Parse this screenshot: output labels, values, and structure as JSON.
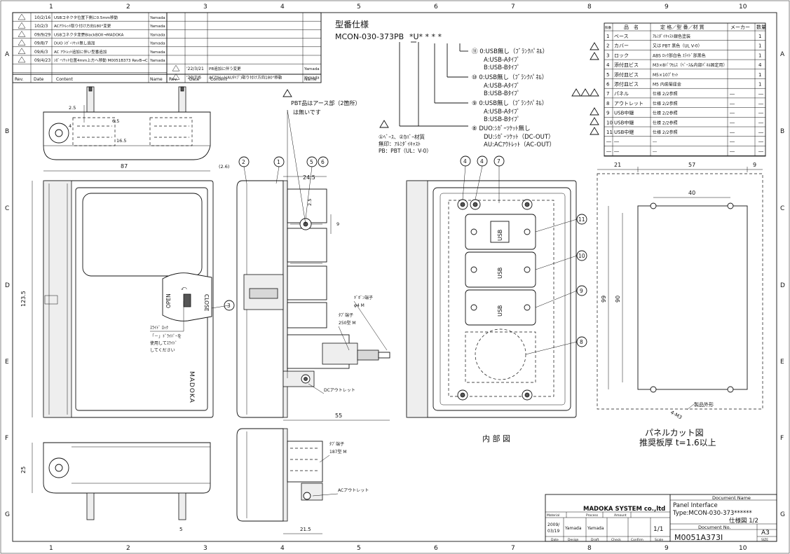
{
  "grid": {
    "cols": [
      "1",
      "2",
      "3",
      "4",
      "5",
      "6",
      "7",
      "8",
      "9",
      "10"
    ],
    "rows": [
      "A",
      "B",
      "C",
      "D",
      "E",
      "F",
      "G"
    ]
  },
  "revisions_left": [
    {
      "mark": "6",
      "date": "10/2/16",
      "content": "USBコネクタ位置下側に0.5mm移動",
      "name": "Yamada"
    },
    {
      "mark": "5",
      "date": "10/2/3",
      "content": "ACｱｳﾄﾚｯﾄ取り付け方向180°変更",
      "name": "Yamada"
    },
    {
      "mark": "4",
      "date": "09/9/29",
      "content": "USBコネクタ変更BlackBOX→MADOKA",
      "name": "Yamada"
    },
    {
      "mark": "3",
      "date": "09/8/7",
      "content": "DUO ｼｶﾞｰｿｹｯﾄ無し追加",
      "name": "Yamada"
    },
    {
      "mark": "2",
      "date": "09/6/3",
      "content": "AC ｱｳﾄﾚｯﾄ追加に伴い型番追加",
      "name": "Yamada"
    },
    {
      "mark": "1",
      "date": "09/4/23",
      "content": "ｼｶﾞｰｿｹｯﾄ位置4mm上方へ移動 M0051B373 RevB→C",
      "name": "Yamada"
    }
  ],
  "revisions_right": [
    {
      "mark": "8",
      "date": "'22/3/21",
      "content": "PB追加に伴う変更",
      "name": "Yamada"
    },
    {
      "mark": "7",
      "date": "'20/7/6",
      "content": "ACｱｳﾄﾚｯﾄ(AUﾀｲﾌﾟ)取り付け方向180°移動",
      "name": "Yamada"
    }
  ],
  "rev_headers": {
    "rev": "Rev.",
    "date": "Date",
    "content": "Content",
    "name": "Name"
  },
  "model": {
    "heading": "型番仕様",
    "code": "MCON-030-373PB",
    "suffix": "*U*  *  *  *",
    "opt11": [
      "⑪ 0:USB無し（ﾌﾞﾗﾝｸﾊﾟﾈﾙ）",
      "A:USB-Aﾀｲﾌﾟ",
      "B:USB-Bﾀｲﾌﾟ"
    ],
    "opt10": [
      "⑩ 0:USB無し（ﾌﾞﾗﾝｸﾊﾟﾈﾙ）",
      "A:USB-Aﾀｲﾌﾟ",
      "B:USB-Bﾀｲﾌﾟ"
    ],
    "opt9": [
      "⑨ 0:USB無し（ﾌﾞﾗﾝｸﾊﾟﾈﾙ）",
      "A:USB-Aﾀｲﾌﾟ",
      "B:USB-Bﾀｲﾌﾟ"
    ],
    "opt8": [
      "⑧ DUO:ｼｶﾞｰｿｹｯﾄ無し",
      "DU:ｼｶﾞｰｿｹｯﾄ（DC-OUT）",
      "AU:ACｱｳﾄﾚｯﾄ（AC-OUT）"
    ],
    "material": [
      "①ﾍﾞｰｽ、②ｶﾊﾞｰ材質",
      "無印：ｱﾙﾐﾀﾞｲｷｬｽﾄ",
      "PB：PBT（UL：V-0）"
    ]
  },
  "parts_table": {
    "headers": [
      "照番",
      "品　名",
      "定 格／型 番／材 質",
      "メーカー",
      "数量"
    ],
    "rows": [
      {
        "no": "1",
        "name": "ベース",
        "spec": "ｱﾙﾐﾀﾞｲｷｬｽﾄ銀色塗装",
        "maker": "",
        "qty": "1"
      },
      {
        "no": "2",
        "name": "カバー",
        "spec": "又は PBT 黒色（UL V-0）",
        "maker": "",
        "qty": "1"
      },
      {
        "no": "3",
        "name": "ロック",
        "spec": "ABS ﾛｯｸ部白色 ｽﾗｲﾄﾞ部黒色",
        "maker": "",
        "qty": "1"
      },
      {
        "no": "4",
        "name": "添付皿ビス",
        "spec": "M3×8ﾊﾟﾜｾﾑｽ（ﾍﾞｰｽ&内部ﾊﾟﾈﾙ固定用）",
        "maker": "",
        "qty": "4"
      },
      {
        "no": "5",
        "name": "添付皿ビス",
        "spec": "M5×10ﾌﾟｾｯﾄ",
        "maker": "",
        "qty": "1"
      },
      {
        "no": "6",
        "name": "添付皿ビス",
        "spec": "M5 内歯菊座金",
        "maker": "",
        "qty": "1"
      },
      {
        "no": "7",
        "name": "パネル",
        "spec": "仕様 2/2参照",
        "maker": "―",
        "qty": "―"
      },
      {
        "no": "8",
        "name": "アウトレット",
        "spec": "仕様 2/2参照",
        "maker": "―",
        "qty": "―"
      },
      {
        "no": "9",
        "name": "USB中継",
        "spec": "仕様 2/2参照",
        "maker": "―",
        "qty": "―"
      },
      {
        "no": "10",
        "name": "USB中継",
        "spec": "仕様 2/2参照",
        "maker": "―",
        "qty": "―"
      },
      {
        "no": "11",
        "name": "USB中継",
        "spec": "仕様 2/2参照",
        "maker": "―",
        "qty": "―"
      },
      {
        "no": "―",
        "name": "―",
        "spec": "―",
        "maker": "―",
        "qty": "―"
      },
      {
        "no": "―",
        "name": "―",
        "spec": "―",
        "maker": "―",
        "qty": "―"
      }
    ]
  },
  "notes": {
    "pbt_note": [
      "PBT品はアース部（2箇所）",
      "は無いです"
    ],
    "slide_lock": [
      "ｽﾗｲﾄﾞ ﾛｯｸ",
      "「－」ﾄﾞﾗｲﾊﾞｰを",
      "使用してｽﾗｲﾄﾞ",
      "してください"
    ],
    "open": "OPEN",
    "close": "CLOSE",
    "madoka": "MADOKA",
    "gibon": [
      "ｷﾞﾎﾞﾝ端子",
      "φ4 M"
    ],
    "tab250": [
      "ﾀﾌﾞ端子",
      "250型 M"
    ],
    "dc_outlet": "DCアウトレット",
    "tab187": [
      "ﾀﾌﾞ端子",
      "187型 M"
    ],
    "ac_outlet": "ACアウトレット",
    "inner_view": "内 部 図",
    "panel_cut": "パネルカット図",
    "plate": "推奨板厚 t=1.6以上",
    "product_outline": "製品外形",
    "hole": "4-M3",
    "usb": "USB"
  },
  "dims": {
    "d87": "87",
    "d2_6": "(2.6)",
    "d24_5": "24.5",
    "d2_5": "2.5",
    "d9": "9",
    "d123_5": "123.5",
    "d55": "55",
    "d25": "25",
    "d5": "5",
    "d21_5": "21.5",
    "d2_5b": "2.5",
    "d4": "4",
    "d6_5": "6.5",
    "d16_5": "16.5",
    "p21": "21",
    "p57": "57",
    "p9": "9",
    "p40": "40",
    "p99": "99",
    "p90": "90"
  },
  "callouts": [
    "1",
    "2",
    "3",
    "4",
    "5",
    "6",
    "7",
    "8",
    "9",
    "10",
    "11"
  ],
  "title_block": {
    "company": "MADOKA SYSTEM co.,ltd",
    "doc_name_label": "Document Name",
    "doc_name": [
      "Panel Interface",
      "Type:MCON-030-373******",
      "仕様図  1/2"
    ],
    "doc_no_label": "Document No.",
    "doc_no": "M0051A373I",
    "size": "A3",
    "size_label": "SIZE",
    "scale": "1/1",
    "scale_label": "Scale",
    "date": [
      "2009/",
      "03/19"
    ],
    "design": "Yamada",
    "draft": "Yamada",
    "labels": [
      "Material",
      "Process",
      "Amount",
      "Date",
      "Design",
      "Draft",
      "Check",
      "Confirm"
    ]
  }
}
